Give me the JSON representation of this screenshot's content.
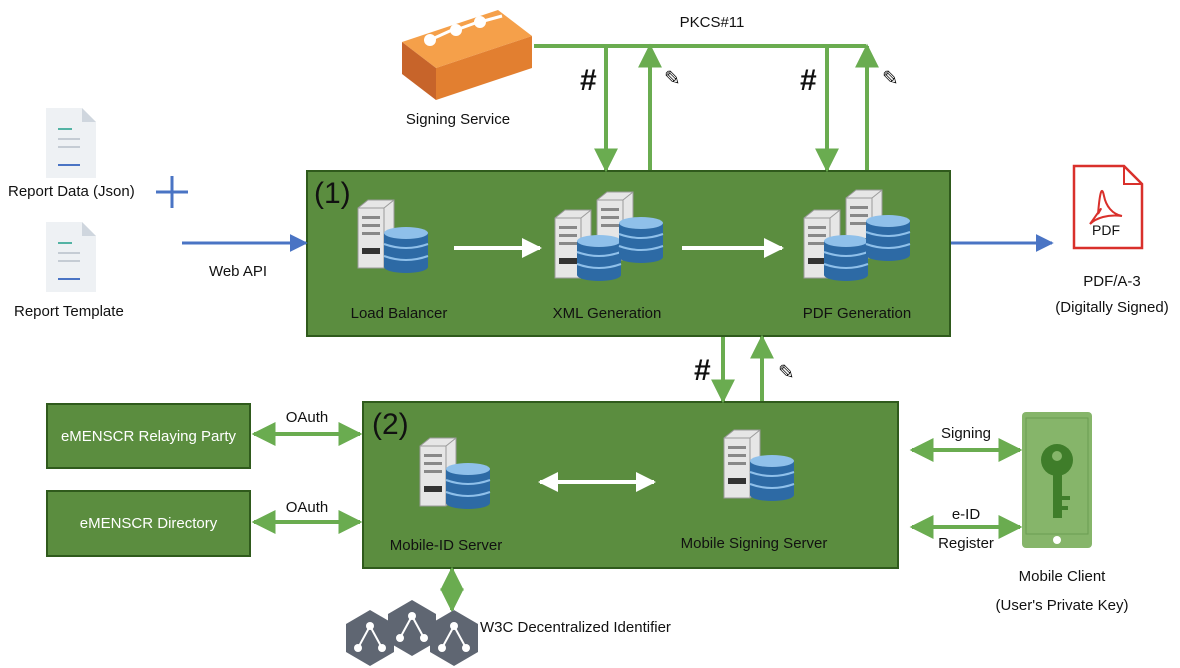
{
  "left": {
    "report_data": "Report Data (Json)",
    "report_template": "Report Template",
    "web_api": "Web API"
  },
  "top": {
    "signing_service": "Signing Service",
    "pkcs": "PKCS#11"
  },
  "box1": {
    "tag": "(1)",
    "load_balancer": "Load Balancer",
    "xml_generation": "XML Generation",
    "pdf_generation": "PDF Generation"
  },
  "output": {
    "pdf_icon_text": "PDF",
    "pdf_type": "PDF/A-3",
    "pdf_note": "(Digitally Signed)"
  },
  "box2": {
    "tag": "(2)",
    "mobile_id_server": "Mobile-ID Server",
    "mobile_signing_server": "Mobile Signing Server"
  },
  "parties": {
    "relaying_party": "eMENSCR Relaying Party",
    "directory": "eMENSCR Directory",
    "oauth": "OAuth"
  },
  "mobile": {
    "signing": "Signing",
    "eid": "e-ID",
    "register": "Register",
    "client": "Mobile Client",
    "key": "(User's Private Key)"
  },
  "w3c": {
    "label": "W3C Decentralized Identifier"
  },
  "symbols": {
    "hash": "#",
    "pen": "✎"
  },
  "colors": {
    "box_green": "#5b8d3f",
    "arrow_green": "#6aac50",
    "arrow_blue": "#4a74c4",
    "pdf_red": "#d9302b"
  }
}
